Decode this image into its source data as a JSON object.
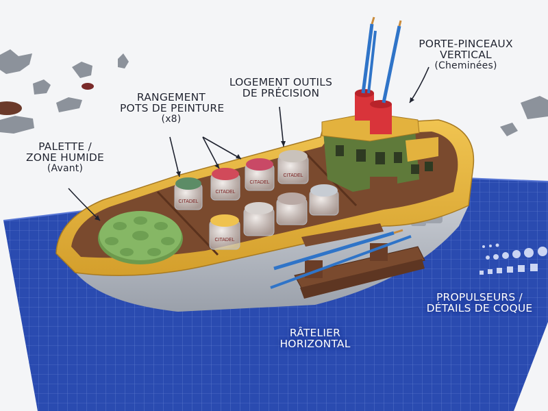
{
  "callouts": {
    "palette": {
      "line1": "PALETTE /",
      "line2": "ZONE HUMIDE",
      "line3": "(Avant)"
    },
    "paint_storage": {
      "line1": "RANGEMENT",
      "line2": "POTS DE PEINTURE",
      "line3": "(x8)"
    },
    "precision_tools": {
      "line1": "LOGEMENT OUTILS",
      "line2": "DE PRÉCISION"
    },
    "vertical_brush_holder": {
      "line1": "PORTE-PINCEAUX",
      "line2": "VERTICAL",
      "line3": "(Cheminées)"
    },
    "thrusters": {
      "line1": "PROPULSEURS /",
      "line2": "DÉTAILS DE COQUE"
    },
    "horizontal_rack": {
      "line1": "RÂTELIER",
      "line2": "HORIZONTAL"
    }
  },
  "paint_pots": {
    "count": 8,
    "label_text": "CITADEL"
  },
  "colors": {
    "cutting_mat": "#2a4bb0",
    "hull_yellow": "#e3b23e",
    "hull_grey": "#b4b9c2",
    "deck_brown": "#7a4a2e",
    "cabin_green": "#5f7a3a",
    "palette_green": "#7fae5c",
    "chimney_red": "#d9343a",
    "brush_blue": "#2f74c8"
  }
}
